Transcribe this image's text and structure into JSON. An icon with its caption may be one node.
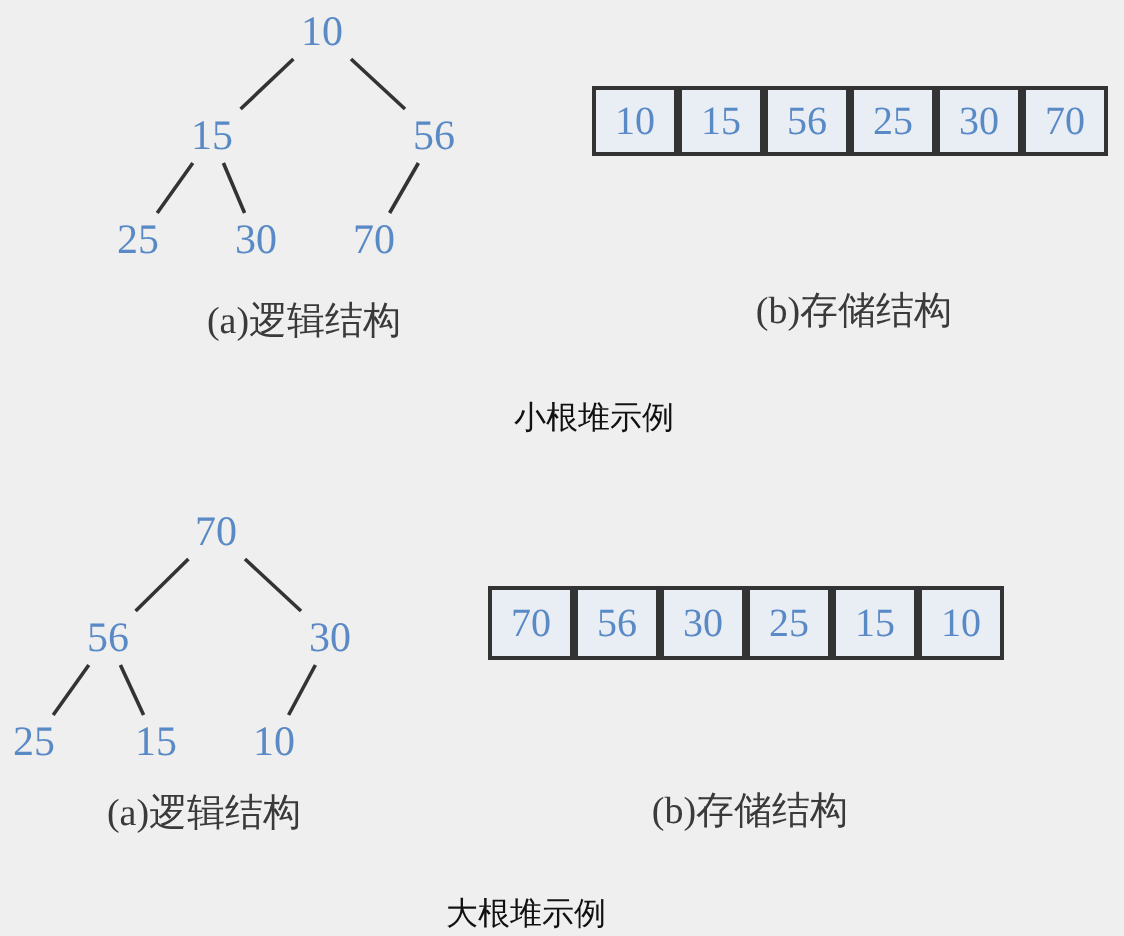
{
  "diagram": {
    "nodes": [
      {
        "text": [
          "10"
        ]
      },
      {
        "text": [
          "15"
        ]
      },
      {
        "text": [
          "56"
        ]
      },
      {
        "text": [
          "25"
        ]
      },
      {
        "text": [
          "30"
        ]
      },
      {
        "text": [
          "70"
        ]
      },
      {
        "text": [
          "10"
        ]
      },
      {
        "text": [
          "15"
        ]
      },
      {
        "text": [
          "56"
        ]
      },
      {
        "text": [
          "25"
        ]
      },
      {
        "text": [
          "30"
        ]
      },
      {
        "text": [
          "70"
        ]
      },
      {
        "text": [
          "70"
        ]
      },
      {
        "text": [
          "56"
        ]
      },
      {
        "text": [
          "30"
        ]
      },
      {
        "text": [
          "25"
        ]
      },
      {
        "text": [
          "15"
        ]
      },
      {
        "text": [
          "10"
        ]
      },
      {
        "text": [
          "70"
        ]
      },
      {
        "text": [
          "56"
        ]
      },
      {
        "text": [
          "30"
        ]
      },
      {
        "text": [
          "25"
        ]
      },
      {
        "text": [
          "15"
        ]
      },
      {
        "text": [
          "10"
        ]
      }
    ],
    "edges": [
      {
        "from": 0,
        "to": 1,
        "arrow": "none"
      },
      {
        "from": 0,
        "to": 2,
        "arrow": "none"
      },
      {
        "from": 1,
        "to": 3,
        "arrow": "none"
      },
      {
        "from": 1,
        "to": 4,
        "arrow": "none"
      },
      {
        "from": 2,
        "to": 5,
        "arrow": "none"
      },
      {
        "from": 12,
        "to": 13,
        "arrow": "none"
      },
      {
        "from": 12,
        "to": 14,
        "arrow": "none"
      },
      {
        "from": 13,
        "to": 15,
        "arrow": "none"
      },
      {
        "from": 13,
        "to": 16,
        "arrow": "none"
      },
      {
        "from": 14,
        "to": 17,
        "arrow": "none"
      }
    ],
    "labels": [
      "(a)逻辑结构",
      "(b)存储结构",
      "小根堆示例",
      "(a)逻辑结构",
      "(b)存储结构",
      "大根堆示例"
    ]
  }
}
